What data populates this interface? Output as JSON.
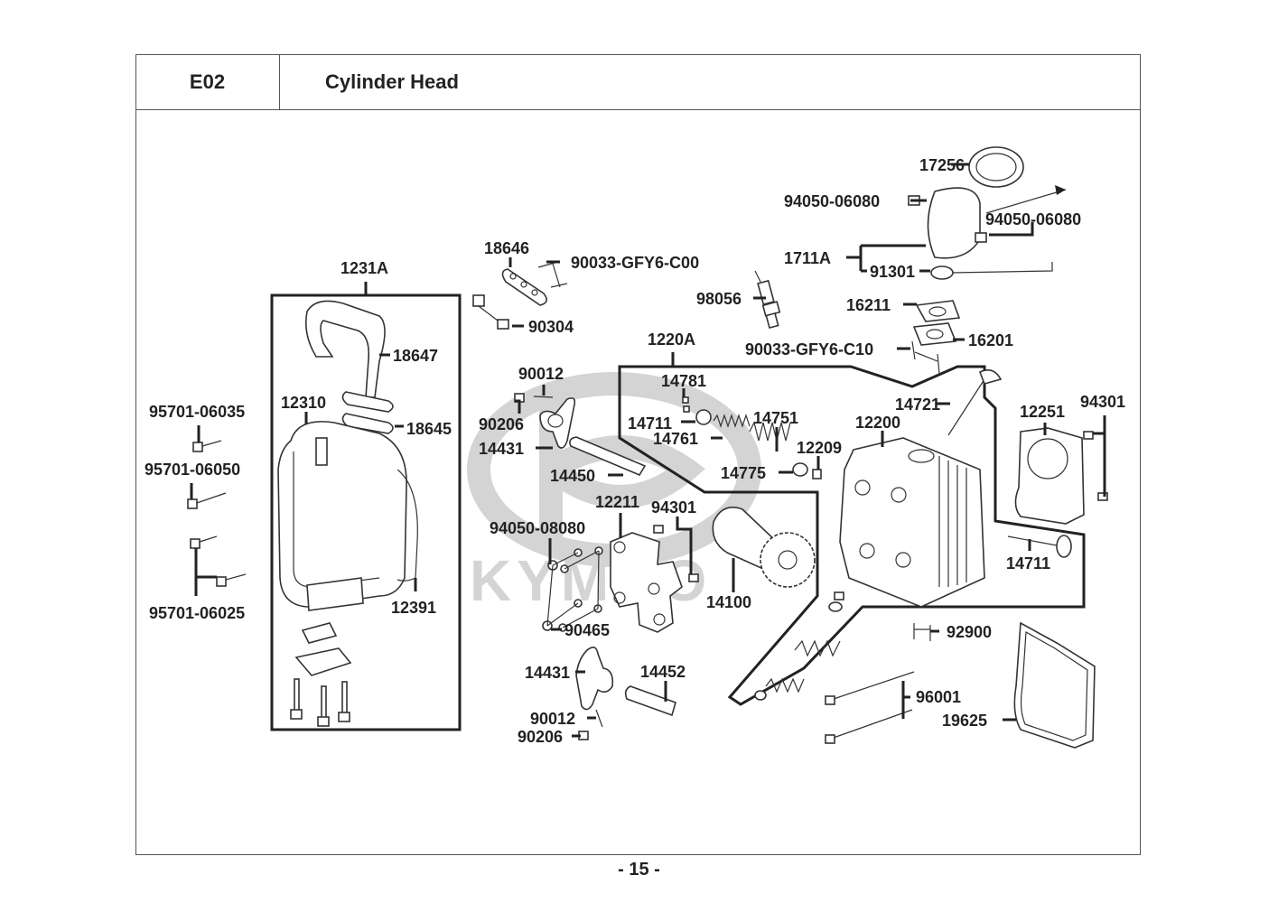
{
  "header": {
    "section_code": "E02",
    "title": "Cylinder Head"
  },
  "footer": {
    "page_number": "- 15 -"
  },
  "watermark": {
    "brand": "KYMCO",
    "color": "#d4d4d4"
  },
  "groups": {
    "cylinder_head_cover_assy": "1231A",
    "cylinder_head_assy": "1220A"
  },
  "labels": {
    "p17256": "17256",
    "p94050_06080_a": "94050-06080",
    "p94050_06080_b": "94050-06080",
    "p1711A": "1711A",
    "p91301": "91301",
    "p18646": "18646",
    "p90033_gfy6_c00": "90033-GFY6-C00",
    "p90304": "90304",
    "p98056": "98056",
    "p16211": "16211",
    "p16201": "16201",
    "p90033_gfy6_c10": "90033-GFY6-C10",
    "p1231A": "1231A",
    "p18647": "18647",
    "p12310": "12310",
    "p18645": "18645",
    "p95701_06035": "95701-06035",
    "p95701_06050": "95701-06050",
    "p95701_06025": "95701-06025",
    "p12391": "12391",
    "p1220A": "1220A",
    "p90012_a": "90012",
    "p90206_a": "90206",
    "p14431_a": "14431",
    "p14450": "14450",
    "p14781": "14781",
    "p14711_a": "14711",
    "p14761": "14761",
    "p14751": "14751",
    "p12209": "12209",
    "p14775": "14775",
    "p14721": "14721",
    "p12200": "12200",
    "p12251": "12251",
    "p94301_a": "94301",
    "p14711_b": "14711",
    "p12211": "12211",
    "p94301_b": "94301",
    "p94050_08080": "94050-08080",
    "p14100": "14100",
    "p90465": "90465",
    "p14431_b": "14431",
    "p14452": "14452",
    "p90012_b": "90012",
    "p90206_b": "90206",
    "p92900": "92900",
    "p96001": "96001",
    "p19625": "19625"
  }
}
